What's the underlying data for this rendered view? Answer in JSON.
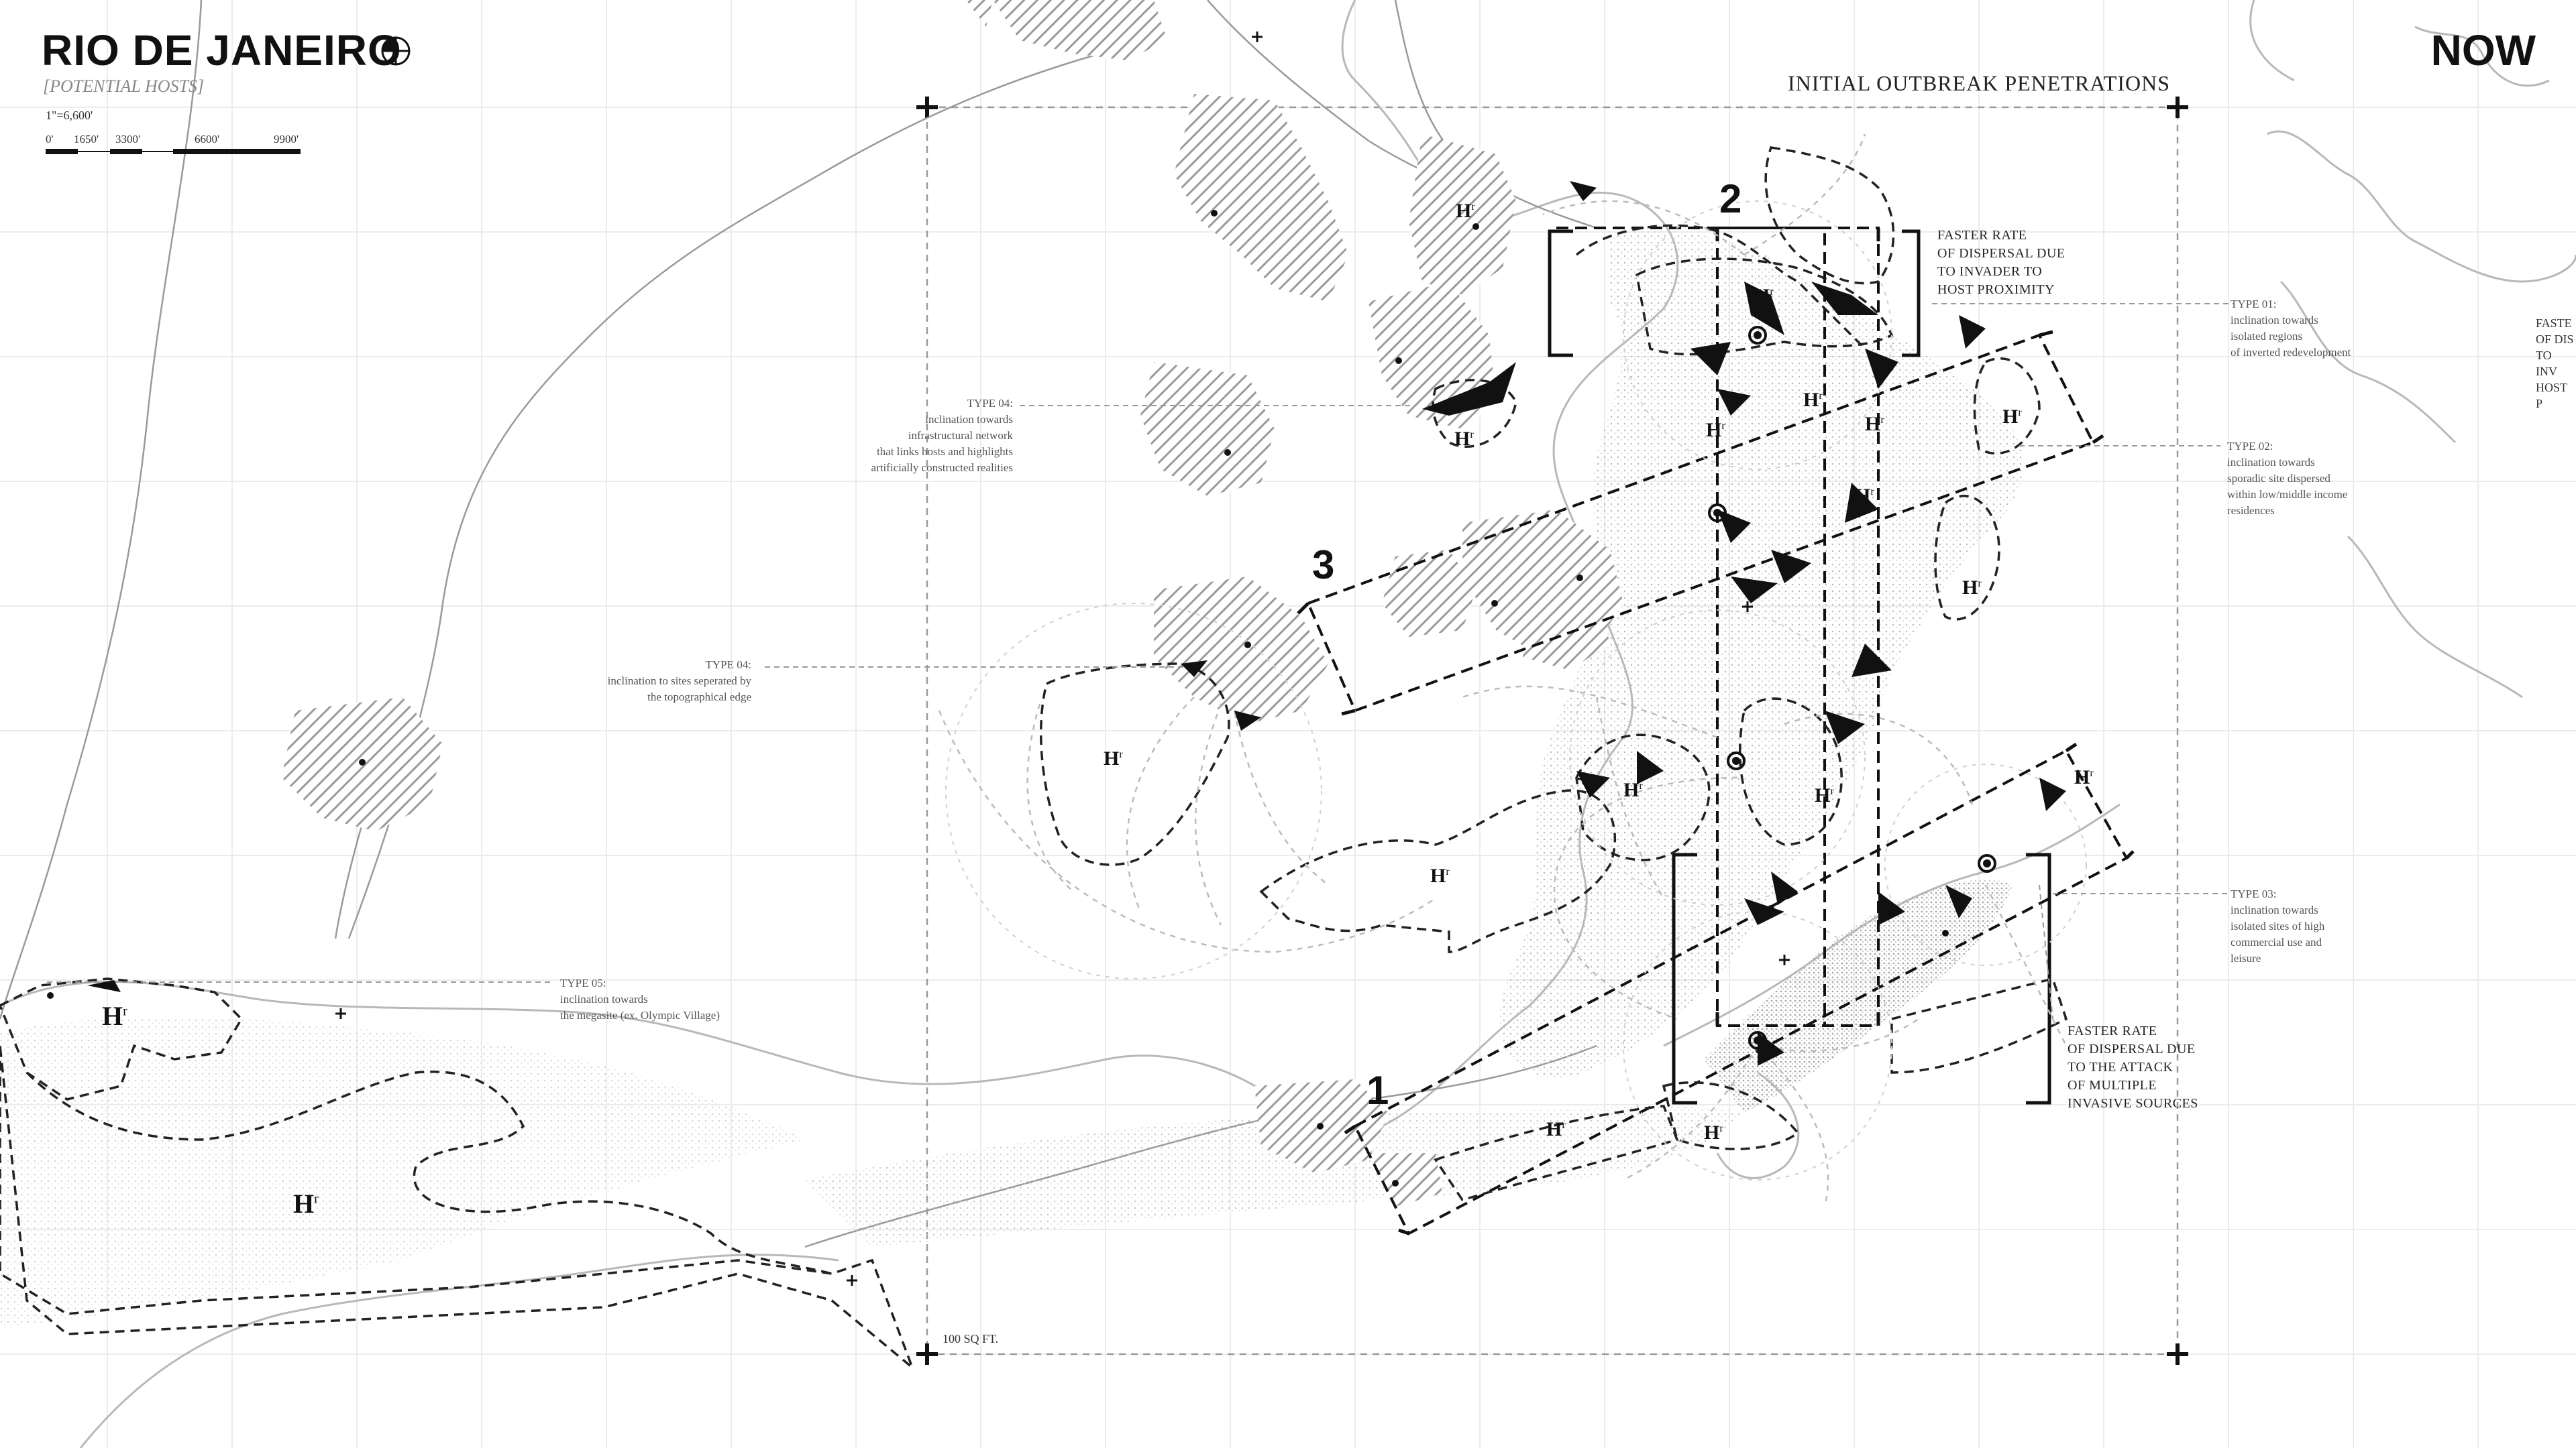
{
  "title": "RIO DE JANEIRO",
  "subtitle": "[POTENTIAL HOSTS]",
  "period_label": "NOW",
  "heading": "INITIAL OUTBREAK PENETRATIONS",
  "scale": {
    "ratio": "1\"=6,600'",
    "ticks": [
      "0'",
      "1650'",
      "3300'",
      "6600'",
      "9900'"
    ]
  },
  "zones": [
    "1",
    "2",
    "3"
  ],
  "host_label": "H",
  "host_superscript": "r",
  "notes": {
    "type04_network": "TYPE 04:\ninclination towards\ninfrastructural network\nthat links hosts and highlights\nartificially constructed realities",
    "type04_edge": "TYPE 04:\ninclination to sites seperated by\nthe topographical edge",
    "type05": "TYPE 05:\ninclination towards\nthe megasite (ex. Olympic Village)",
    "type01": "TYPE 01:\ninclination towards\nisolated regions\nof inverted redevelopment",
    "type02": "TYPE 02:\ninclination towards\nsporadic site dispersed\nwithin low/middle income\nresidences",
    "type03": "TYPE 03:\ninclination towards\nisolated sites of  high\ncommercial use and\nleisure"
  },
  "callouts": {
    "proximity": "FASTER RATE\nOF DISPERSAL DUE\nTO INVADER TO\nHOST PROXIMITY",
    "multiple": "FASTER RATE\nOF DISPERSAL DUE\nTO THE ATTACK\nOF MULTIPLE\nINVASIVE SOURCES",
    "cutoff": "FASTE\nOF DIS\nTO INV\nHOST P"
  },
  "area_label": "100 SQ FT."
}
